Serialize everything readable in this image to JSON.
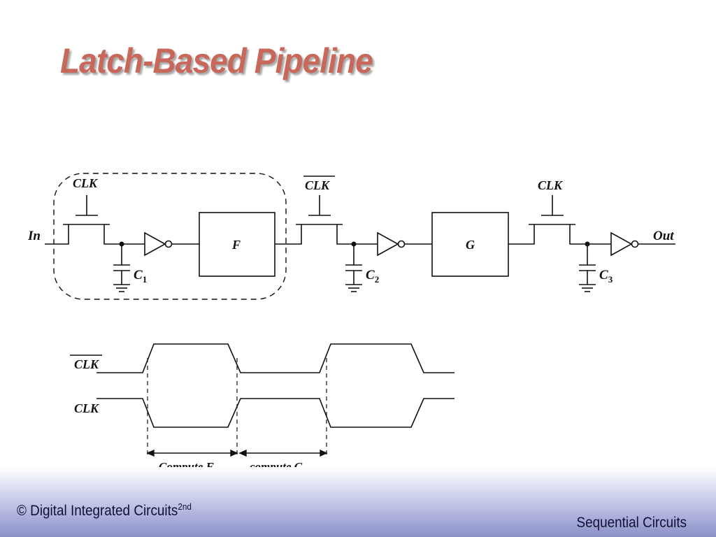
{
  "slide": {
    "title": "Latch-Based Pipeline"
  },
  "circuit": {
    "input_label": "In",
    "output_label": "Out",
    "latch1_clock": "CLK",
    "latch2_clock": "CLK",
    "latch3_clock": "CLK",
    "block_f": "F",
    "block_g": "G",
    "cap1_letter": "C",
    "cap1_sub": "1",
    "cap2_letter": "C",
    "cap2_sub": "2",
    "cap3_letter": "C",
    "cap3_sub": "3"
  },
  "timing": {
    "clk_bar_label": "CLK",
    "clk_label": "CLK",
    "interval1": "Compute F",
    "interval2": "compute G"
  },
  "footer": {
    "left_text": "© Digital Integrated Circuits",
    "left_sup": "2nd",
    "right_text": "Sequential Circuits"
  }
}
